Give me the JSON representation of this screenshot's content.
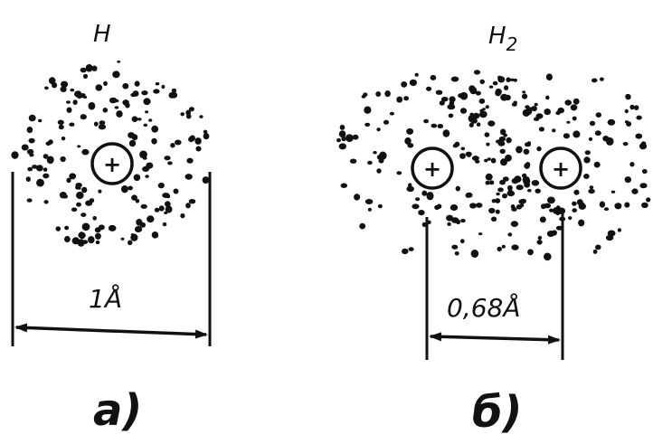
{
  "panel_a": {
    "atom_label": "H",
    "nucleus_symbol": "+",
    "size_label": "1Å",
    "caption": "a)"
  },
  "panel_b": {
    "molecule_label": "H",
    "molecule_subscript": "2",
    "nucleus_symbol": "+",
    "size_label": "0,68Å",
    "caption": "б)"
  },
  "colors": {
    "ink": "#111111",
    "background": "#ffffff"
  }
}
